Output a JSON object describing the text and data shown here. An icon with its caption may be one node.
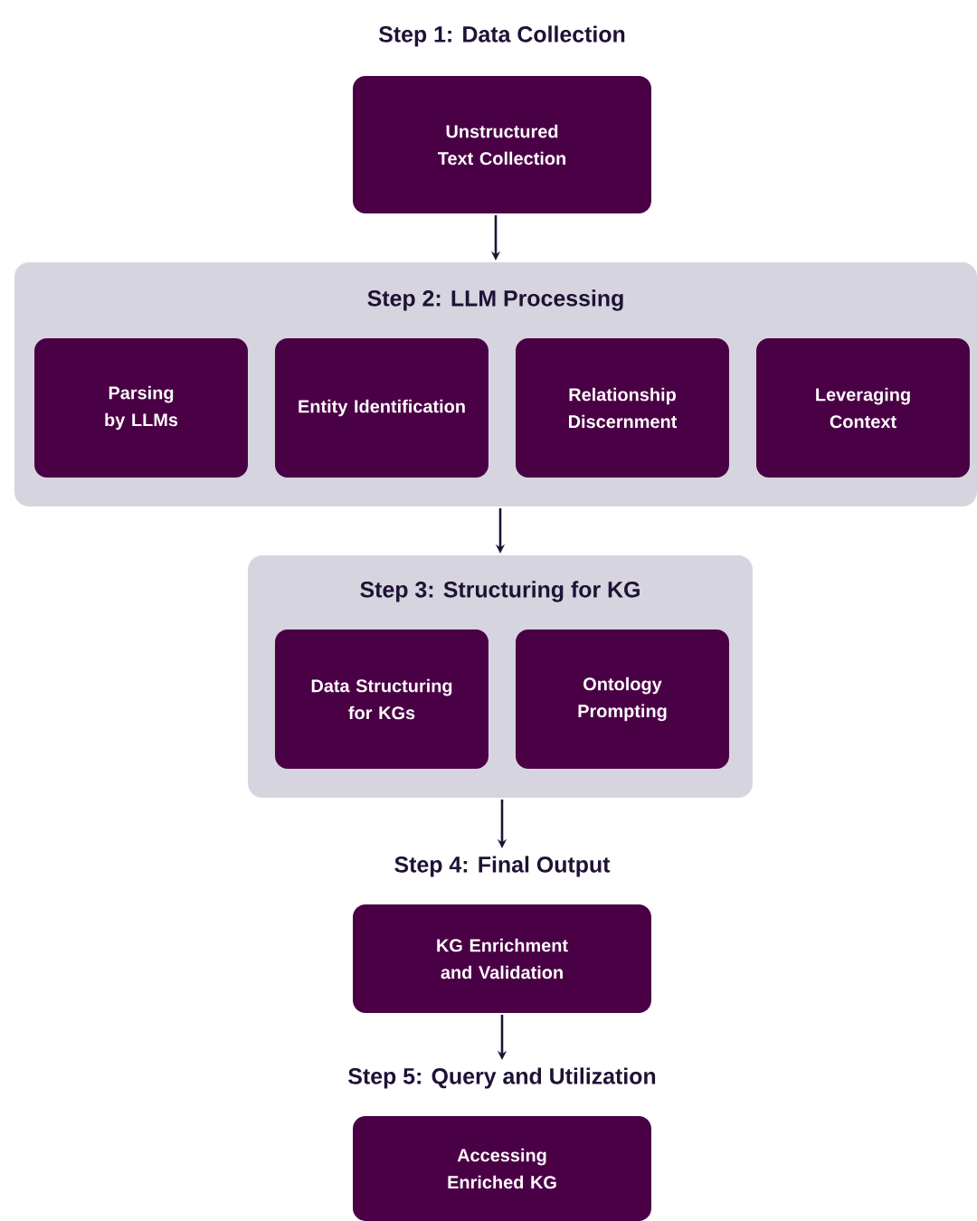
{
  "diagram": {
    "nodes": [
      {
        "text": [
          "Step 1: Data Collection",
          "Unstructured Text Collection"
        ]
      },
      {
        "text": [
          "Step 2: LLM Processing"
        ]
      },
      {
        "text": [
          "Parsing by LLMs"
        ],
        "in": 1
      },
      {
        "text": [
          "Entity Identification"
        ],
        "in": 1
      },
      {
        "text": [
          "Relationship Discernment"
        ],
        "in": 1
      },
      {
        "text": [
          "Leveraging Context"
        ],
        "in": 1
      },
      {
        "text": [
          "Step 3: Structuring for KG"
        ]
      },
      {
        "text": [
          "Data Structuring for KGs"
        ],
        "in": 6
      },
      {
        "text": [
          "Ontology Prompting"
        ],
        "in": 6
      },
      {
        "text": [
          "Step 4: Final Output",
          "KG Enrichment and Validation"
        ]
      },
      {
        "text": [
          "Step 5: Query and Utilization",
          "Accessing Enriched KG"
        ]
      }
    ],
    "edges": [
      {
        "from": 0,
        "to": 1,
        "arrow": "to"
      },
      {
        "from": 1,
        "to": 6,
        "arrow": "to"
      },
      {
        "from": 6,
        "to": 9,
        "arrow": "to"
      },
      {
        "from": 9,
        "to": 10,
        "arrow": "to"
      }
    ]
  }
}
